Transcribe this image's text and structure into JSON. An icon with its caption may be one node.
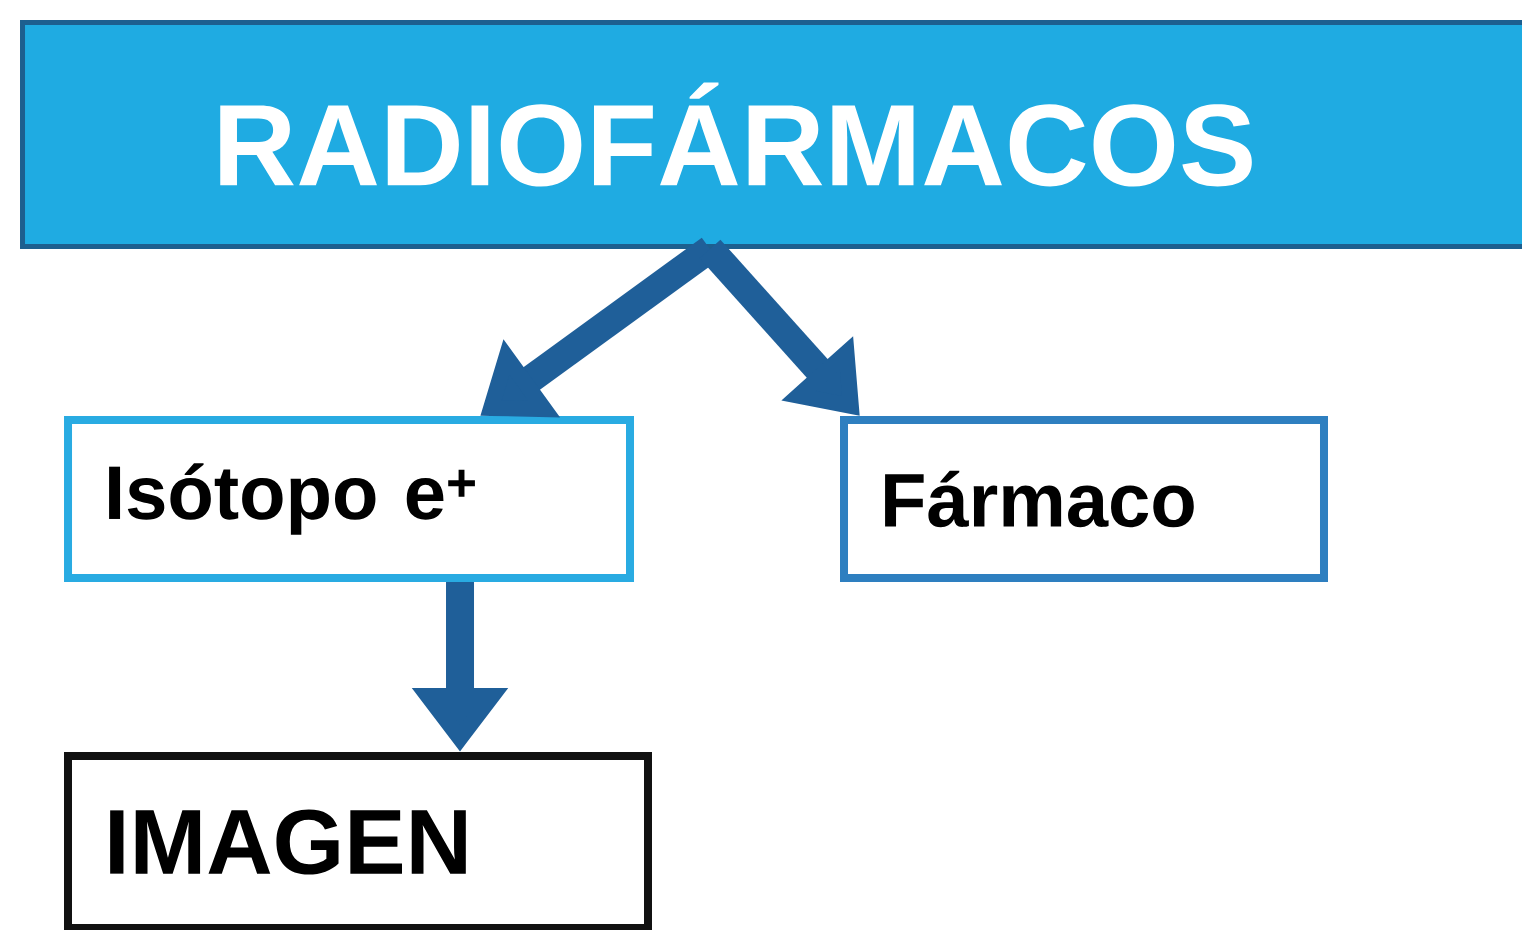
{
  "diagram": {
    "nodes": [
      {
        "text": [
          "RADIOFÁRMACOS"
        ]
      },
      {
        "text": [
          "Isótopo e$^{+}$"
        ]
      },
      {
        "text": [
          "Fármaco"
        ]
      },
      {
        "text": [
          "IMAGEN"
        ]
      }
    ],
    "edges": [
      {
        "from": 0,
        "to": 1,
        "arrow": "to"
      },
      {
        "from": 0,
        "to": 2,
        "arrow": "to"
      },
      {
        "from": 1,
        "to": 3,
        "arrow": "to"
      }
    ]
  }
}
